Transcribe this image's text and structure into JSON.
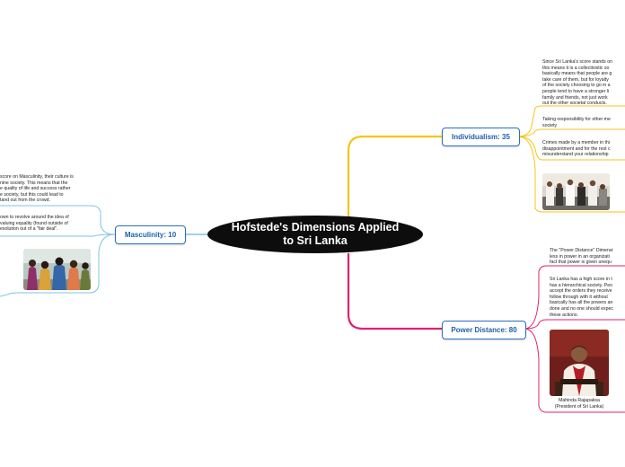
{
  "central_topic": "Hofstede's Dimensions Applied\nto Sri Lanka",
  "topics": {
    "individualism": {
      "label": "Individualism: 35",
      "notes": [
        "Since Sri Lanka's score stands on\nthis means it is a collectivistic so\nbasically means that people are g\ntake care of them, but for loyalty\nof the society choosing to go in a\npeople tend to have a stronger li\nfamily and friends, not just work\nout the other societal conducts.",
        "Taking responsibility for other me\nsociety",
        "Crimes made by a member in thi\ndisappointment and for the rest c\nmisunderstand your relationship"
      ],
      "image": "crowd-gathering-photo"
    },
    "power_distance": {
      "label": "Power Distance: 80",
      "notes": [
        "The \"Power Distance\" Dimensi\nless in power in an organizati\nfact that power is given unequ",
        "Sri Lanka has a high score in t\nhas a hierarchical society. Peo\naccept the orders they receive\nfollow through with it without\nbasically has all the powers an\ndone and no one should expec\nthese actions."
      ],
      "image": "president-portrait-photo",
      "caption": "Mahinda Rajapaksa\n(President of Sri Lanka)"
    },
    "masculinity": {
      "label": "Masculinity: 10",
      "notes": [
        "score on Masculinity, their culture is\nnine society. This means that the\ne quality of life and success rather\ne society, but this could lead to\ntand out from the crowd.",
        "own to revolve around the idea of\nvaluing equality (found outside of\nesolution out of a \"fair deal\"."
      ],
      "image": "group-of-people-photo"
    }
  },
  "colors": {
    "individualism_branch": "#f5c518",
    "power_distance_branch": "#e0226e",
    "masculinity_branch": "#7ec3e6",
    "topic_border": "#2c6fbf",
    "central_fill": "#0d0d0d"
  }
}
